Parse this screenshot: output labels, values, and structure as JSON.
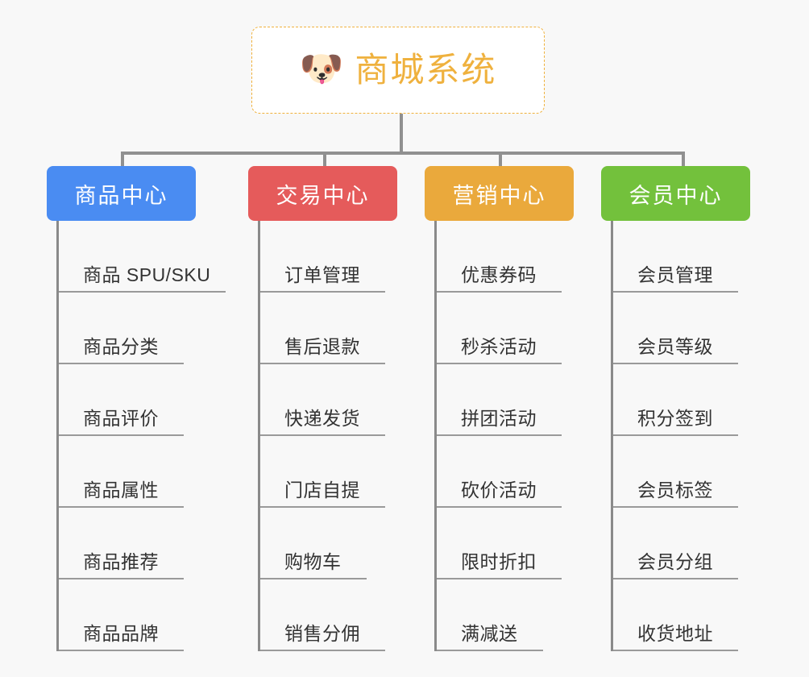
{
  "page": {
    "background_color": "#f8f8f8",
    "type": "org-chart"
  },
  "root": {
    "title": "商城系统",
    "icon": "dog-face-icon",
    "icon_glyph": "🐶",
    "border_color": "#f0b13c",
    "text_color": "#efb13e",
    "background_color": "#ffffff"
  },
  "connector": {
    "color": "#909090"
  },
  "columns": [
    {
      "key": "product-center",
      "label": "商品中心",
      "color": "#4a8cf2",
      "items": [
        "商品 SPU/SKU",
        "商品分类",
        "商品评价",
        "商品属性",
        "商品推荐",
        "商品品牌"
      ]
    },
    {
      "key": "trade-center",
      "label": "交易中心",
      "color": "#e55b5b",
      "items": [
        "订单管理",
        "售后退款",
        "快递发货",
        "门店自提",
        "购物车",
        "销售分佣"
      ]
    },
    {
      "key": "marketing-center",
      "label": "营销中心",
      "color": "#eaa93c",
      "items": [
        "优惠券码",
        "秒杀活动",
        "拼团活动",
        "砍价活动",
        "限时折扣",
        "满减送"
      ]
    },
    {
      "key": "member-center",
      "label": "会员中心",
      "color": "#73c13c",
      "items": [
        "会员管理",
        "会员等级",
        "积分签到",
        "会员标签",
        "会员分组",
        "收货地址"
      ]
    }
  ]
}
